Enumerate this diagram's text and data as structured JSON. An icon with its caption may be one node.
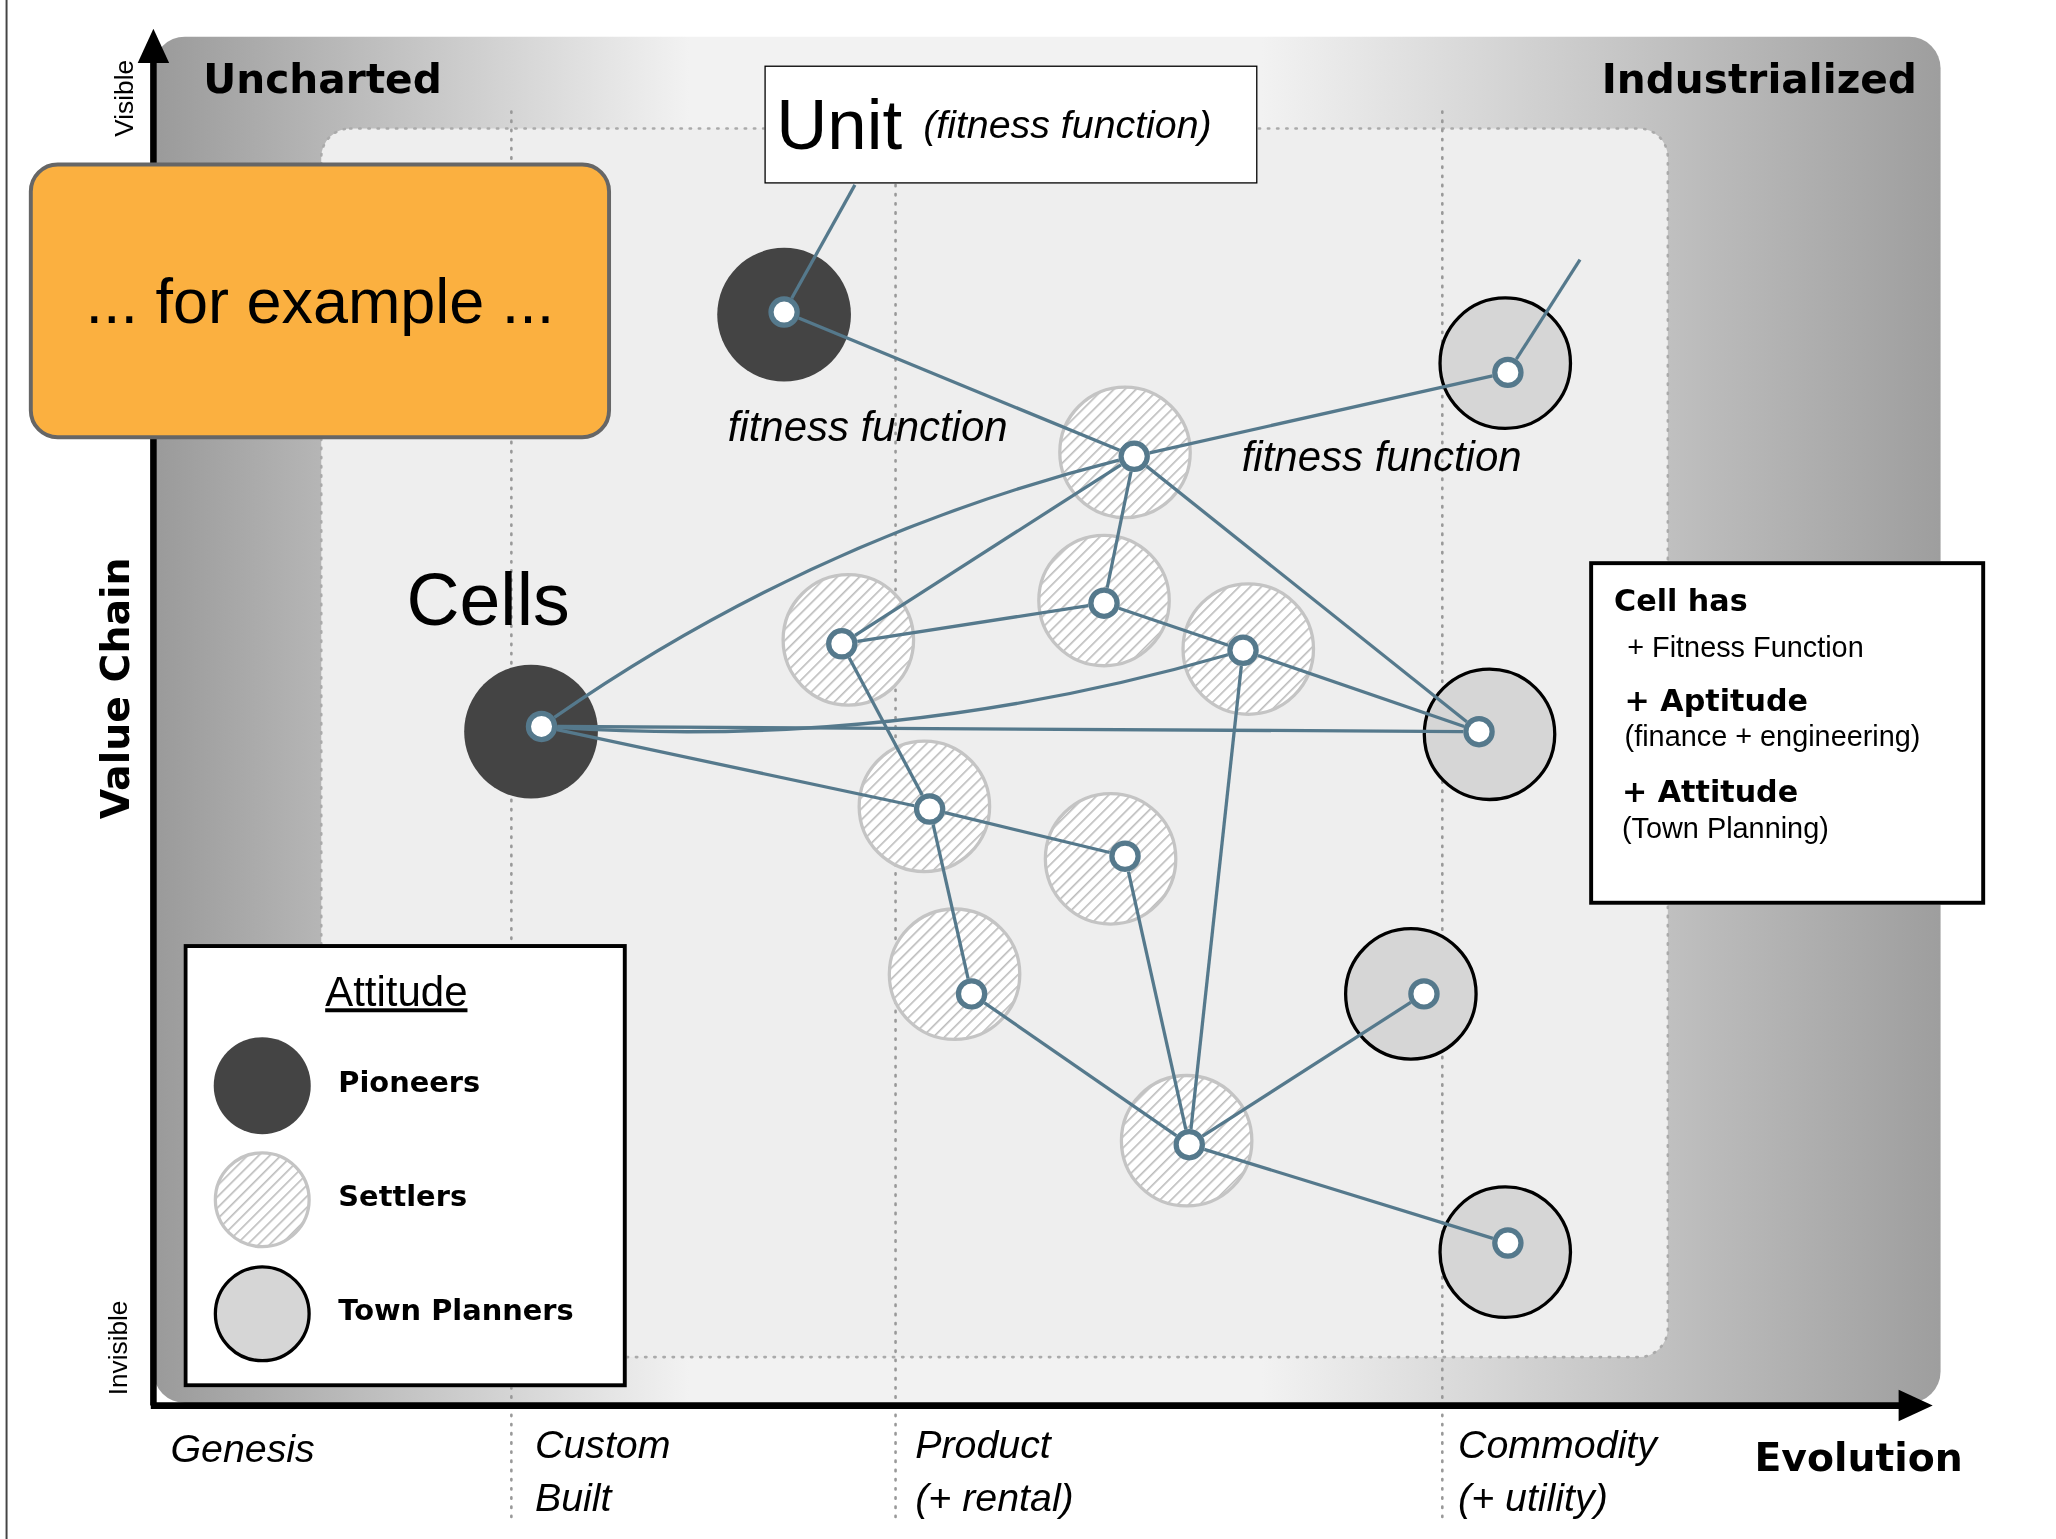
{
  "diagram": {
    "nodes": [
      {
        "text": [
          "Unit",
          "(fitness function)"
        ]
      },
      {
        "text": [
          "... for example ..."
        ]
      },
      {
        "text": [],
        "shape": "circle"
      },
      {
        "text": [],
        "shape": "circle"
      },
      {
        "text": [],
        "shape": "circle"
      },
      {
        "text": [],
        "shape": "circle"
      },
      {
        "text": [],
        "shape": "circle"
      },
      {
        "text": [],
        "shape": "circle"
      },
      {
        "text": [],
        "shape": "circle"
      },
      {
        "text": [],
        "shape": "circle"
      },
      {
        "text": [],
        "shape": "circle"
      },
      {
        "text": [],
        "shape": "circle"
      },
      {
        "text": [],
        "shape": "circle"
      },
      {
        "text": [],
        "shape": "circle"
      },
      {
        "text": [],
        "shape": "circle"
      },
      {
        "text": [],
        "shape": "circle"
      },
      {
        "text": [
          "Cell has",
          "+ Fitness Function",
          "+ Aptitude",
          "(finance + engineering)",
          "+ Attitude",
          "(Town Planning)"
        ]
      }
    ],
    "edges": [
      {
        "from": 2,
        "to": 4,
        "arrow": "none"
      },
      {
        "from": 4,
        "to": 3,
        "arrow": "none"
      },
      {
        "from": 4,
        "to": 6,
        "arrow": "none"
      },
      {
        "from": 4,
        "to": 5,
        "arrow": "none"
      },
      {
        "from": 4,
        "to": 7,
        "arrow": "none"
      },
      {
        "from": 4,
        "to": 9,
        "arrow": "none"
      },
      {
        "from": 6,
        "to": 7,
        "arrow": "none"
      },
      {
        "from": 6,
        "to": 10,
        "arrow": "none"
      },
      {
        "from": 7,
        "to": 8,
        "arrow": "none"
      },
      {
        "from": 8,
        "to": 5,
        "arrow": "none"
      },
      {
        "from": 8,
        "to": 9,
        "arrow": "none"
      },
      {
        "from": 8,
        "to": 14,
        "arrow": "none"
      },
      {
        "from": 5,
        "to": 9,
        "arrow": "none"
      },
      {
        "from": 5,
        "to": 10,
        "arrow": "none"
      },
      {
        "from": 10,
        "to": 11,
        "arrow": "none"
      },
      {
        "from": 10,
        "to": 12,
        "arrow": "none"
      },
      {
        "from": 11,
        "to": 14,
        "arrow": "none"
      },
      {
        "from": 12,
        "to": 14,
        "arrow": "none"
      },
      {
        "from": 14,
        "to": 13,
        "arrow": "none"
      },
      {
        "from": 14,
        "to": 15,
        "arrow": "none"
      },
      {
        "from": 2,
        "to": 0,
        "arrow": "none"
      },
      {
        "from": 3,
        "to": null,
        "arrow": "none"
      }
    ],
    "labels": [
      "Uncharted",
      "Industrialized",
      "Visible",
      "Value Chain",
      "Invisible",
      "Cells",
      "fitness function",
      "fitness function",
      "Attitude",
      "Genesis",
      "Custom Built",
      "Product (+ rental)",
      "Commodity (+ utility)",
      "Evolution"
    ],
    "legend": [
      {
        "text": "Pioneers"
      },
      {
        "text": "Settlers"
      },
      {
        "text": "Town Planners"
      }
    ]
  }
}
